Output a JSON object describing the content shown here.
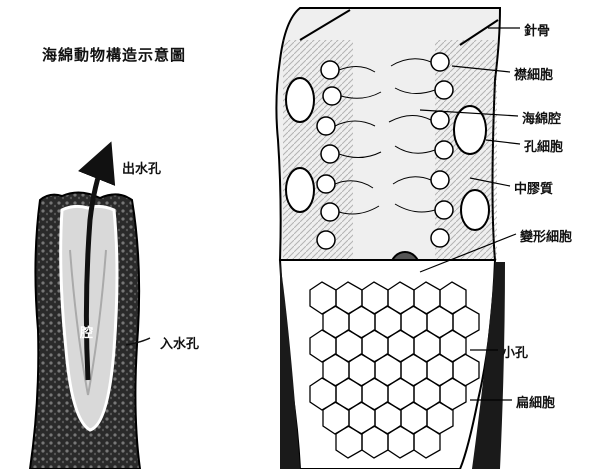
{
  "title": "海綿動物構造示意圖",
  "left_figure": {
    "outflow_label": "出水孔",
    "inflow_label": "入水孔",
    "cavity_label": "腔"
  },
  "right_figure": {
    "labels": {
      "spicule": "針骨",
      "collar_cell": "襟細胞",
      "spongocoel": "海綿腔",
      "porocyte": "孔細胞",
      "mesohyl": "中膠質",
      "amoebocyte": "變形細胞",
      "pore": "小孔",
      "pinacocyte": "扁細胞"
    }
  }
}
